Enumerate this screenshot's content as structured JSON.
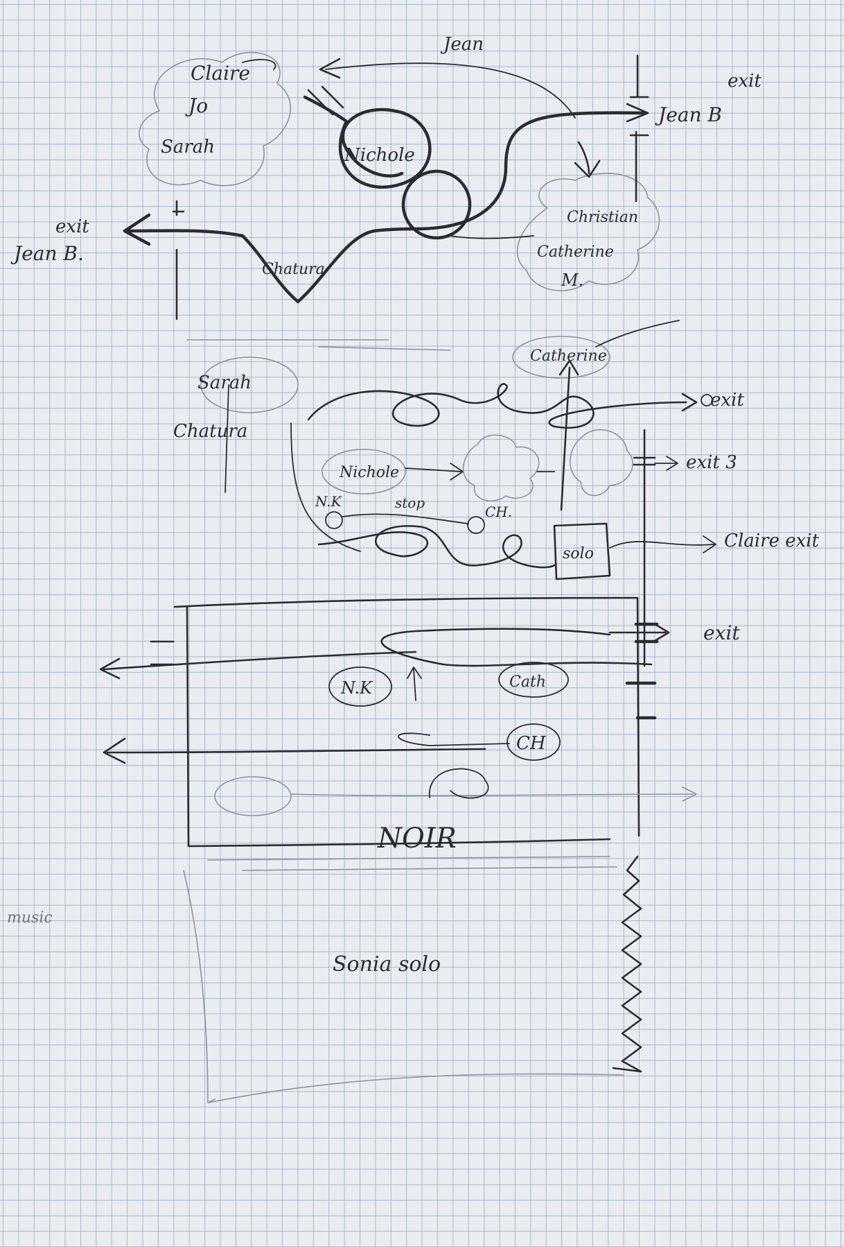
{
  "labels": {
    "top_left_cloud_l1": "Claire",
    "top_left_cloud_l2": "Jo",
    "top_left_cloud_l3": "Sarah",
    "top_label": "Jean",
    "nichole": "Nichole",
    "exit_top_right_word": "exit",
    "exit_top_right_sub": "Jean B",
    "exit_left_word": "exit",
    "exit_left_sub": "Jean B.",
    "chatura": "Chatura",
    "right_cloud_l1": "Christian",
    "right_cloud_l2": "Catherine",
    "right_cloud_l3": "M.",
    "catherine_mid": "Catherine",
    "sarah_mid": "Sarah",
    "chatura_mid": "Chatura",
    "nichole_mid": "Nichole",
    "nk_small": "N.K",
    "stop": "stop",
    "ch_small": "CH.",
    "solo": "solo",
    "exit_mid_1": "exit",
    "exit_mid_3": "exit 3",
    "claire_exit": "Claire exit",
    "exit_box": "exit",
    "nk_box": "N.K",
    "catherine_box": "Cath",
    "ch_box": "CH",
    "noir": "NOIR",
    "margin_note": "music",
    "bottom_label": "Sonia solo"
  }
}
